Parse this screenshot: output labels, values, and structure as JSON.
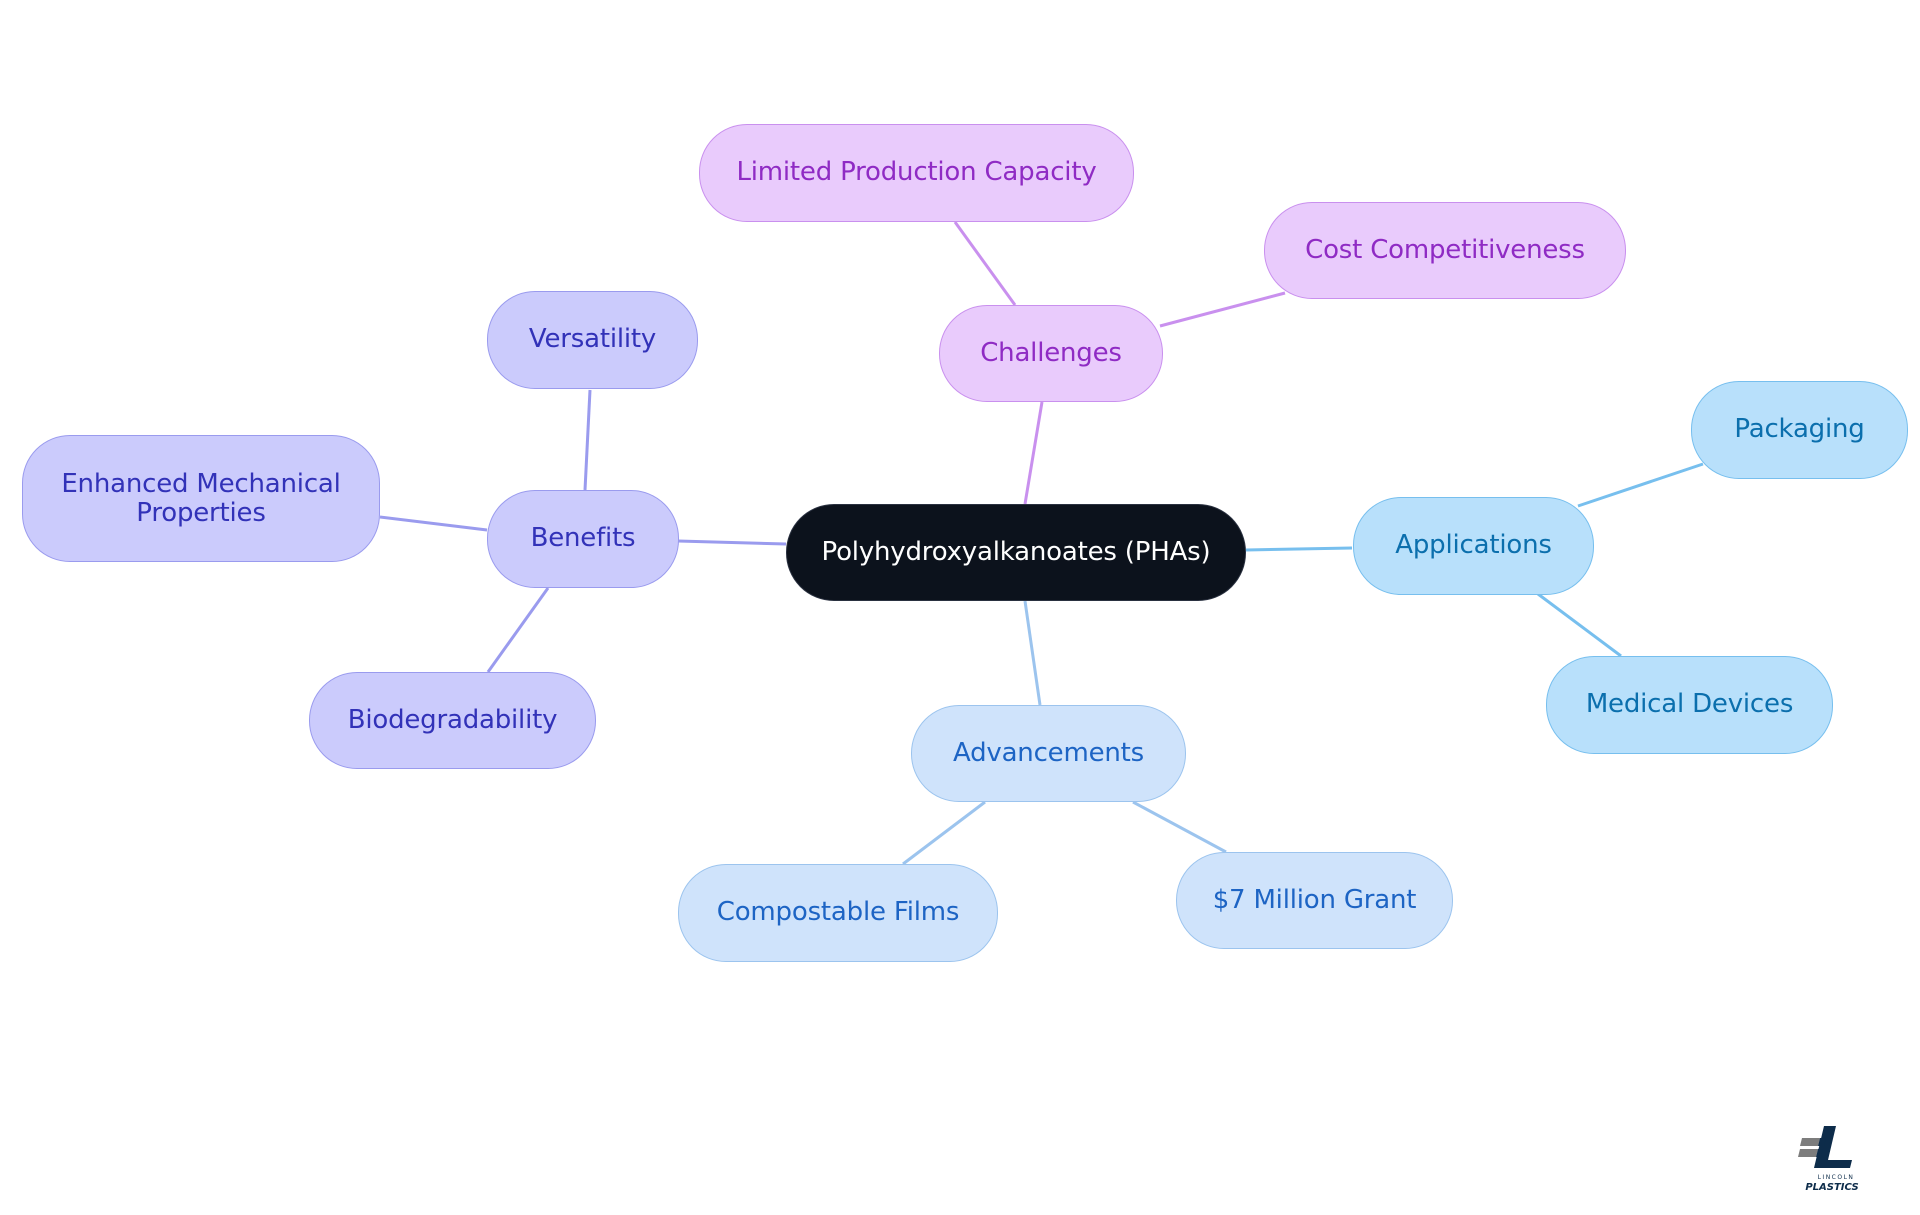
{
  "diagram": {
    "root": {
      "label": "Polyhydroxyalkanoates (PHAs)"
    },
    "branches": {
      "challenges": {
        "label": "Challenges",
        "children": [
          "Limited Production Capacity",
          "Cost Competitiveness"
        ]
      },
      "benefits": {
        "label": "Benefits",
        "children": [
          "Versatility",
          "Enhanced Mechanical Properties",
          "Biodegradability"
        ]
      },
      "advancements": {
        "label": "Advancements",
        "children": [
          "Compostable Films",
          "$7 Million Grant"
        ]
      },
      "applications": {
        "label": "Applications",
        "children": [
          "Packaging",
          "Medical Devices"
        ]
      }
    },
    "colors": {
      "root_fill": "#0c121c",
      "challenges": "#e9cbfc",
      "benefits": "#cbcbfc",
      "advancements": "#cfe3fb",
      "applications": "#b8e0fb"
    }
  },
  "logo": {
    "lines": [
      "LINCOLN",
      "PLASTICS"
    ],
    "name": "lincoln-plastics-logo"
  }
}
